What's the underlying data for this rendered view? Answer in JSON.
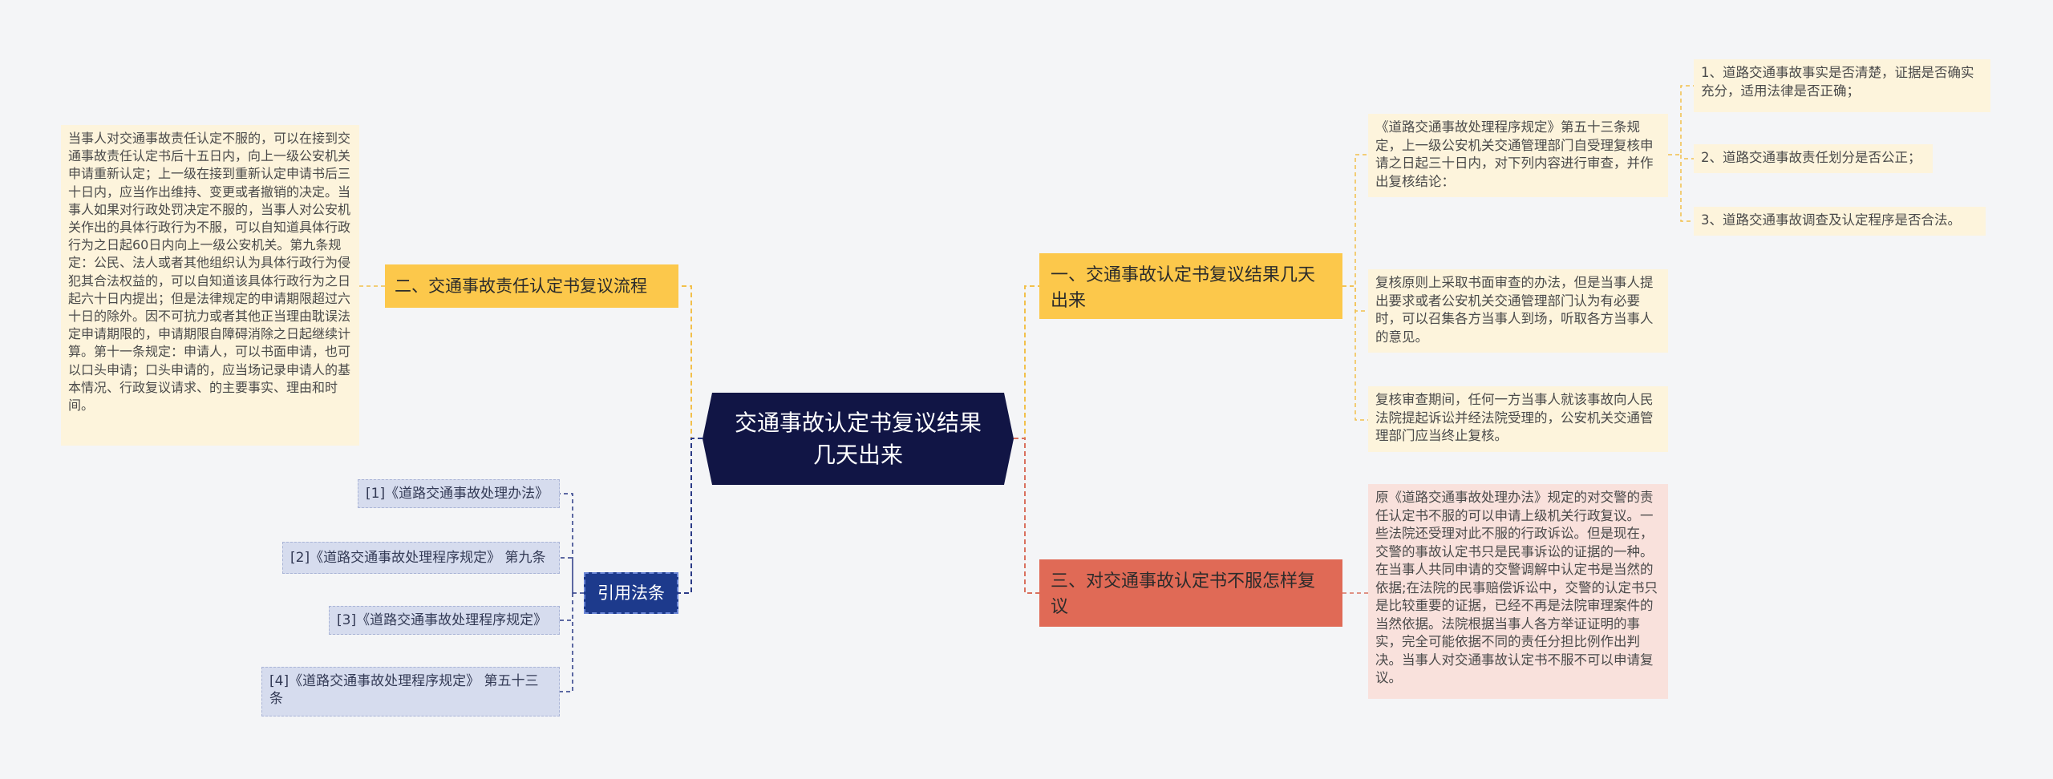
{
  "root": {
    "title": "交通事故认定书复议结果几天出来"
  },
  "branch1": {
    "title": "一、交通事故认定书复议结果几天出来",
    "intro": "《道路交通事故处理程序规定》第五十三条规定，上一级公安机关交通管理部门自受理复核申请之日起三十日内，对下列内容进行审查，并作出复核结论：",
    "conditions": [
      "1、道路交通事故事实是否清楚，证据是否确实充分，适用法律是否正确；",
      "2、道路交通事故责任划分是否公正；",
      "3、道路交通事故调查及认定程序是否合法。"
    ],
    "review_principle": "复核原则上采取书面审查的办法，但是当事人提出要求或者公安机关交通管理部门认为有必要时，可以召集各方当事人到场，听取各方当事人的意见。",
    "termination": "复核审查期间，任何一方当事人就该事故向人民法院提起诉讼并经法院受理的，公安机关交通管理部门应当终止复核。"
  },
  "branch2": {
    "title": "二、交通事故责任认定书复议流程",
    "detail": "当事人对交通事故责任认定不服的，可以在接到交通事故责任认定书后十五日内，向上一级公安机关申请重新认定；上一级在接到重新认定申请书后三十日内，应当作出维持、变更或者撤销的决定。当事人如果对行政处罚决定不服的，当事人对公安机关作出的具体行政行为不服，可以自知道具体行政行为之日起60日内向上一级公安机关。第九条规定：公民、法人或者其他组织认为具体行政行为侵犯其合法权益的，可以自知道该具体行政行为之日起六十日内提出；但是法律规定的申请期限超过六十日的除外。因不可抗力或者其他正当理由耽误法定申请期限的，申请期限自障碍消除之日起继续计算。第十一条规定：申请人，可以书面申请，也可以口头申请；口头申请的，应当场记录申请人的基本情况、行政复议请求、的主要事实、理由和时间。"
  },
  "branch3": {
    "title": "三、对交通事故认定书不服怎样复议",
    "detail": "原《道路交通事故处理办法》规定的对交警的责任认定书不服的可以申请上级机关行政复议。一些法院还受理对此不服的行政诉讼。但是现在，交警的事故认定书只是民事诉讼的证据的一种。在当事人共同申请的交警调解中认定书是当然的依据;在法院的民事赔偿诉讼中，交警的认定书只是比较重要的证据，已经不再是法院审理案件的当然依据。法院根据当事人各方举证证明的事实，完全可能依据不同的责任分担比例作出判决。当事人对交通事故认定书不服不可以申请复议。"
  },
  "citations": {
    "title": "引用法条",
    "items": [
      "[1]《道路交通事故处理办法》",
      "[2]《道路交通事故处理程序规定》 第九条",
      "[3]《道路交通事故处理程序规定》",
      "[4]《道路交通事故处理程序规定》 第五十三条"
    ]
  },
  "colors": {
    "background": "#f4f5f7",
    "root": "#111545",
    "branch_yellow": "#fcc84b",
    "branch_red": "#e06a56",
    "branch_blue": "#1d3a8c",
    "leaf_yellow": "#fdf4dc",
    "leaf_red": "#f9e1dc",
    "leaf_blue": "#d6dcee",
    "link_yellow": "#f2c04c",
    "link_red": "#d9705e",
    "link_blue": "#2a3a86"
  }
}
